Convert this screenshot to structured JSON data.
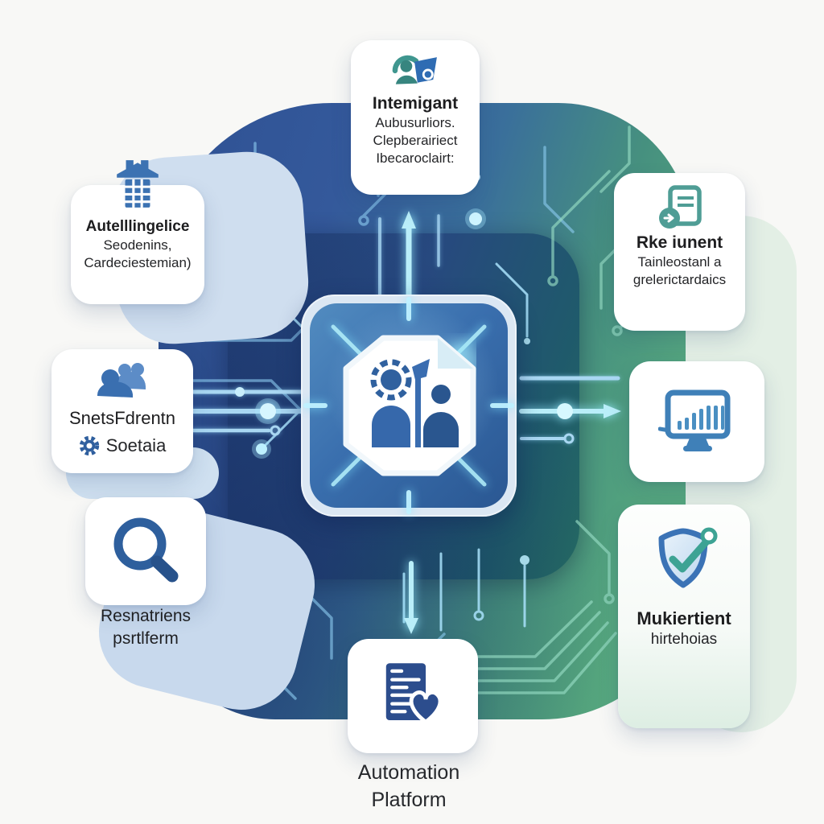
{
  "colors": {
    "background": "#f8f8f6",
    "panel_blue": "#2f5193",
    "panel_green": "#5aab80",
    "substrate_navy": "#223f78",
    "chip_blue": "#3a6fae",
    "accent_cyan": "#b9eef9",
    "card_bg": "#ffffff",
    "text": "#1d1d1f",
    "icon_blue": "#3a6fb0",
    "icon_teal": "#459b92",
    "icon_navy": "#2c4d8d"
  },
  "center_chip": {
    "icon": "people-gear-document-icon"
  },
  "cards": {
    "top_center": {
      "icon": "cloud-person-flag-icon",
      "title": "Intemigant",
      "lines": [
        "Aubusurliors.",
        "Clepberairiect",
        "Ibecaroclairt:"
      ]
    },
    "top_left": {
      "icon": "building-icon",
      "title": "Autelllingelice",
      "lines": [
        "Seodenins,",
        "Cardeciestemian)"
      ]
    },
    "left_middle": {
      "icon": "people-icon",
      "inline_icon": "gear-icon",
      "title": "SnetsFdrentn",
      "line2": "Soetaia"
    },
    "left_lower": {
      "icon": "magnifier-icon",
      "caption1": "Resnatriens",
      "caption2": "psrtlferm"
    },
    "right_top": {
      "icon": "document-badge-icon",
      "title": "Rke iunent",
      "lines": [
        "Tainleostanl a",
        "grelerictardaics"
      ]
    },
    "right_middle": {
      "icon": "monitor-chart-icon"
    },
    "right_lower": {
      "icon": "shield-check-icon",
      "title": "Mukiertient",
      "line2": "hirtehoias"
    },
    "bottom_center": {
      "icon": "document-heart-icon",
      "caption1": "Automation",
      "caption2": "Platform"
    }
  }
}
